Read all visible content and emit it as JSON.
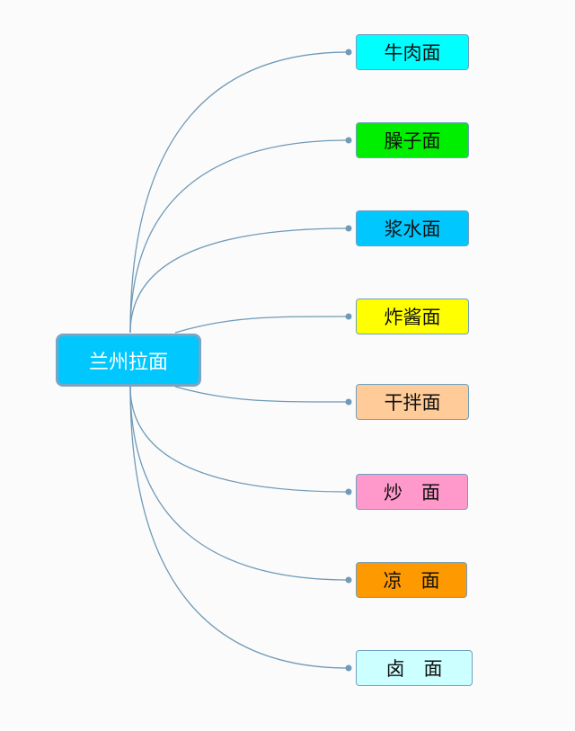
{
  "root": {
    "label": "兰州拉面",
    "color": "#00c8ff"
  },
  "children": [
    {
      "label": "牛肉面",
      "color": "#00ffff"
    },
    {
      "label": "臊子面",
      "color": "#00ee00"
    },
    {
      "label": "浆水面",
      "color": "#00c8ff"
    },
    {
      "label": "炸酱面",
      "color": "#ffff00"
    },
    {
      "label": "干拌面",
      "color": "#ffcc99"
    },
    {
      "label": "炒　面",
      "color": "#ff99cc"
    },
    {
      "label": "凉　面",
      "color": "#ff9900"
    },
    {
      "label": "卤　面",
      "color": "#ccffff"
    }
  ],
  "line_color": "#6f9ab8"
}
